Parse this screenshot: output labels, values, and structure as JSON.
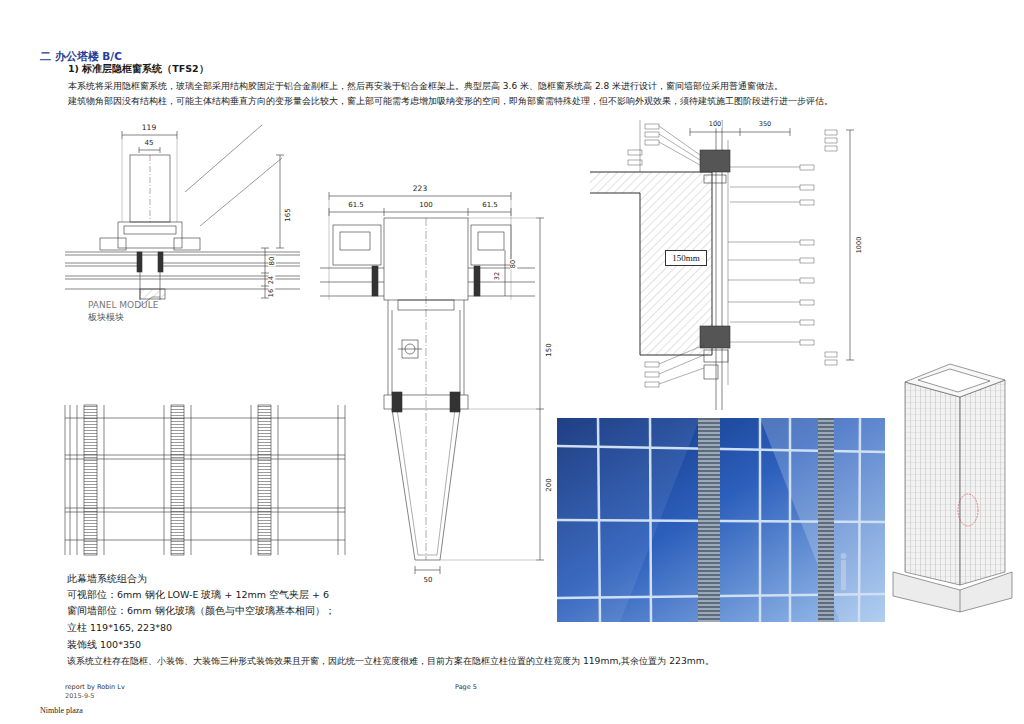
{
  "diagram": {
    "title": "二 办公塔楼 B/C",
    "nodes": [
      {
        "text": [
          "150mm"
        ]
      }
    ],
    "labels": [
      "1) 标准层隐框窗系统（TFS2）",
      "本系统将采用隐框窗系统，玻璃全部采用结构胶固定于铝合金副框上，然后再安装于铝合金框架上。典型层高 3.6 米、隐框窗系统高 2.8 米进行设计，窗间墙部位采用普通窗做法。",
      "建筑物角部因没有结构柱，可能主体结构垂直方向的变形量会比较大，窗上部可能需考虑增加吸纳变形的空间，即角部窗需特殊处理，但不影响外观效果，须待建筑施工图阶段进行进一步评估。",
      "119",
      "45",
      "165",
      "80",
      "24",
      "16",
      "PANEL MODULE",
      "板块模块",
      "223",
      "61.5",
      "100",
      "61.5",
      "80",
      "32",
      "150",
      "200",
      "50",
      "100",
      "350",
      "1000",
      "此幕墙系统组合为",
      "可视部位：6mm 钢化 LOW-E 玻璃 + 12mm 空气夹层 + 6",
      "窗间墙部位：6mm 钢化玻璃（颜色与中空玻璃基本相同）；",
      "立柱 119*165, 223*80",
      "装饰线 100*350",
      "该系统立柱存在隐框、小装饰、大装饰三种形式装饰效果且开窗，因此统一立柱宽度很难，目前方案在隐框立柱位置的立柱宽度为 119mm,其余位置为 223mm。",
      "report by Robin Lv",
      "2015-9-5",
      "Page 5",
      "Nimble plaza"
    ]
  }
}
